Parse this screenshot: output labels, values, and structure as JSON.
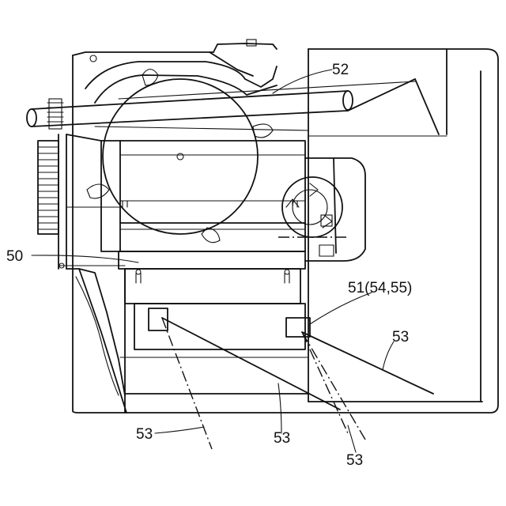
{
  "labels": {
    "l52": "52",
    "l50": "50",
    "l51": "51(54,55)",
    "l53a": "53",
    "l53b": "53",
    "l53c": "53",
    "l53d": "53"
  }
}
